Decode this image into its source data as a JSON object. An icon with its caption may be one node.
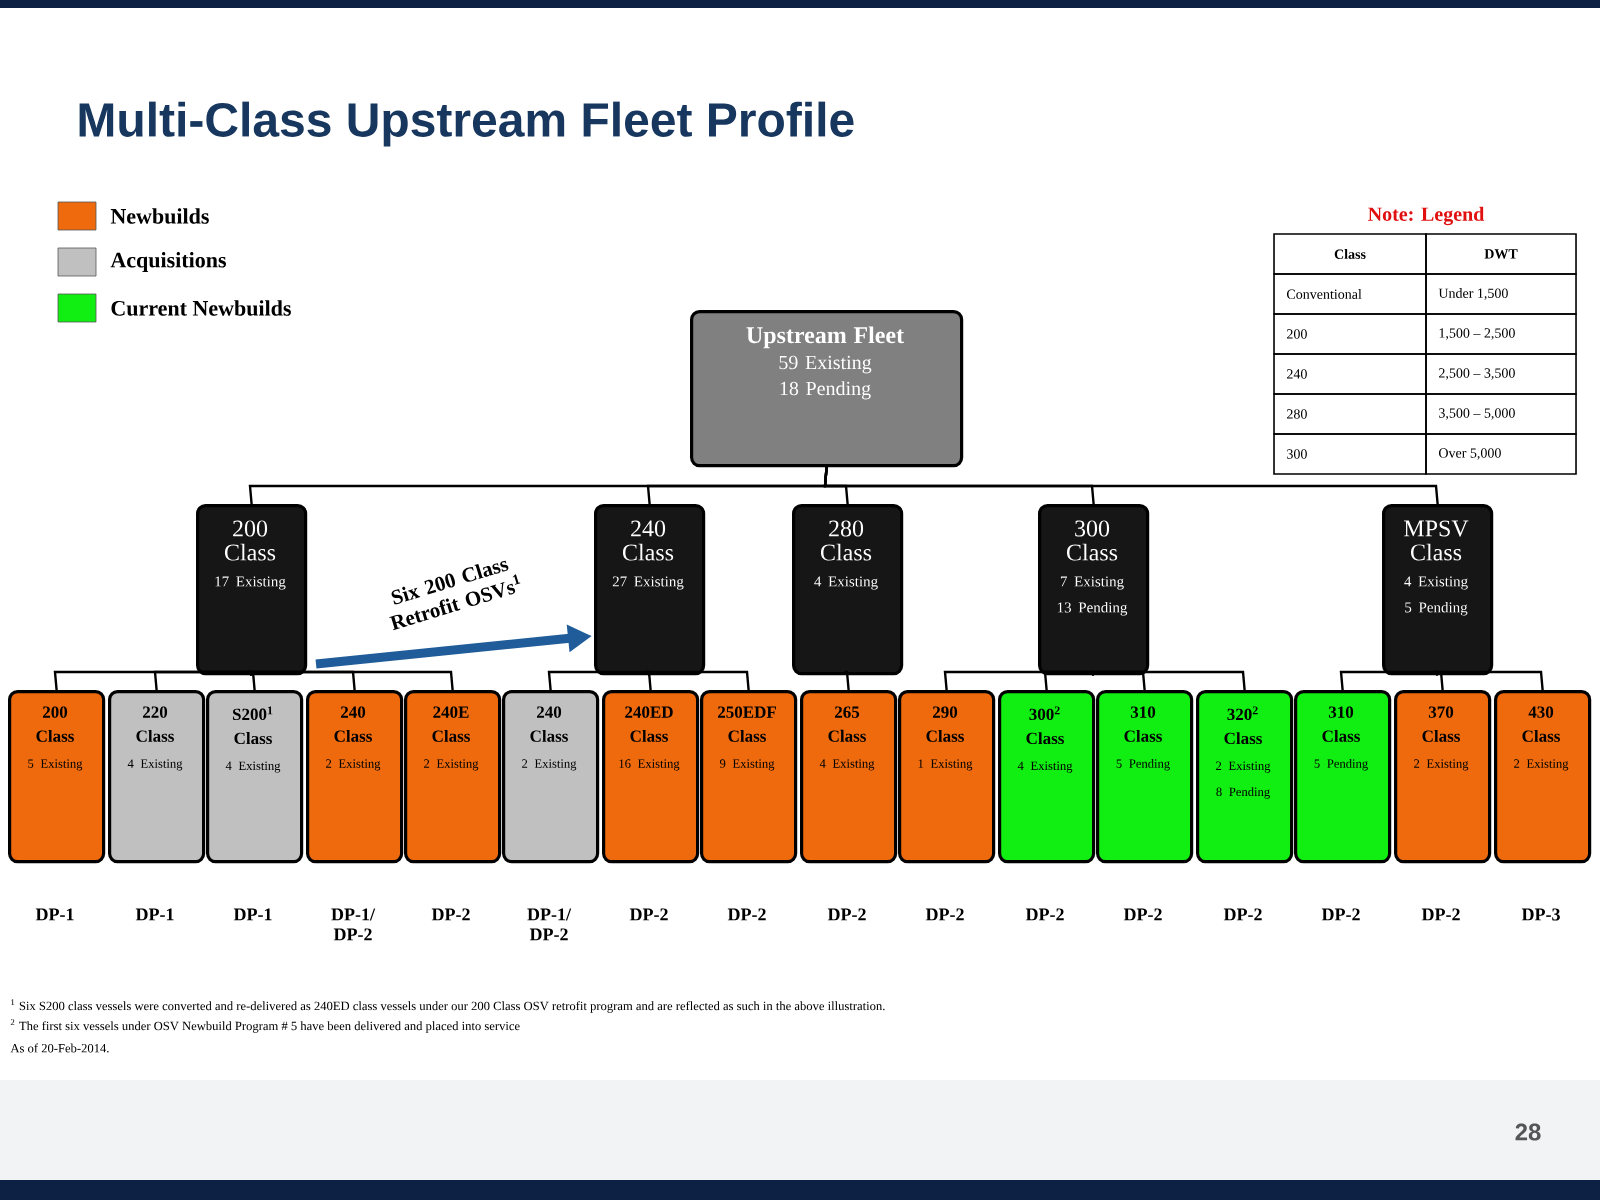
{
  "diagram": {
    "title": "Multi-Class Upstream Fleet Profile",
    "nodes": [
      {
        "text": [
          "Upstream Fleet",
          "59 Existing",
          "18 Pending"
        ]
      },
      {
        "text": [
          "200 Class",
          "17 Existing"
        ]
      },
      {
        "text": [
          "240 Class",
          "27 Existing"
        ]
      },
      {
        "text": [
          "280 Class",
          "4 Existing"
        ]
      },
      {
        "text": [
          "300 Class",
          "7 Existing",
          "13 Pending"
        ]
      },
      {
        "text": [
          "MPSV Class",
          "4 Existing",
          "5 Pending"
        ]
      },
      {
        "text": [
          "200 Class",
          "5 Existing"
        ],
        "beside": [
          "DP-1"
        ]
      },
      {
        "text": [
          "220 Class",
          "4 Existing"
        ],
        "beside": [
          "DP-1"
        ]
      },
      {
        "text": [
          "S200$^{1}$ Class",
          "4 Existing"
        ],
        "beside": [
          "DP-1"
        ]
      },
      {
        "text": [
          "240 Class",
          "2 Existing"
        ],
        "beside": [
          "DP-1/ DP-2"
        ]
      },
      {
        "text": [
          "240E Class",
          "2 Existing"
        ],
        "beside": [
          "DP-2"
        ]
      },
      {
        "text": [
          "240 Class",
          "2 Existing"
        ],
        "beside": [
          "DP-1/ DP-2"
        ]
      },
      {
        "text": [
          "240ED Class",
          "16 Existing"
        ],
        "beside": [
          "DP-2"
        ]
      },
      {
        "text": [
          "250EDF Class",
          "9 Existing"
        ],
        "beside": [
          "DP-2"
        ]
      },
      {
        "text": [
          "265 Class",
          "4 Existing"
        ],
        "beside": [
          "DP-2"
        ]
      },
      {
        "text": [
          "290 Class",
          "1 Existing"
        ],
        "beside": [
          "DP-2"
        ]
      },
      {
        "text": [
          "300$^{2}$ Class",
          "4 Existing"
        ],
        "beside": [
          "DP-2"
        ]
      },
      {
        "text": [
          "310 Class",
          "5 Pending"
        ],
        "beside": [
          "DP-2"
        ]
      },
      {
        "text": [
          "320$^{2}$ Class",
          "2 Existing",
          "8 Pending"
        ],
        "beside": [
          "DP-2"
        ]
      },
      {
        "text": [
          "310 Class",
          "5 Pending"
        ],
        "beside": [
          "DP-2"
        ]
      },
      {
        "text": [
          "370 Class",
          "2 Existing"
        ],
        "beside": [
          "DP-2"
        ]
      },
      {
        "text": [
          "430 Class",
          "2 Existing"
        ],
        "beside": [
          "DP-3"
        ]
      }
    ],
    "edges": [
      {
        "from": 0,
        "to": 1,
        "arrow": "none"
      },
      {
        "from": 0,
        "to": 2,
        "arrow": "none"
      },
      {
        "from": 0,
        "to": 3,
        "arrow": "none"
      },
      {
        "from": 0,
        "to": 4,
        "arrow": "none"
      },
      {
        "from": 0,
        "to": 5,
        "arrow": "none"
      },
      {
        "from": 1,
        "to": 6,
        "arrow": "none"
      },
      {
        "from": 1,
        "to": 7,
        "arrow": "none"
      },
      {
        "from": 1,
        "to": 8,
        "arrow": "none"
      },
      {
        "from": 1,
        "to": 9,
        "arrow": "none"
      },
      {
        "from": 1,
        "to": 10,
        "arrow": "none"
      },
      {
        "from": 2,
        "to": 11,
        "arrow": "none"
      },
      {
        "from": 2,
        "to": 12,
        "arrow": "none"
      },
      {
        "from": 2,
        "to": 13,
        "arrow": "none"
      },
      {
        "from": 3,
        "to": 14,
        "arrow": "none"
      },
      {
        "from": 4,
        "to": 15,
        "arrow": "none"
      },
      {
        "from": 4,
        "to": 16,
        "arrow": "none"
      },
      {
        "from": 4,
        "to": 17,
        "arrow": "none"
      },
      {
        "from": 4,
        "to": 18,
        "arrow": "none"
      },
      {
        "from": 5,
        "to": 19,
        "arrow": "none"
      },
      {
        "from": 5,
        "to": 20,
        "arrow": "none"
      },
      {
        "from": 5,
        "to": 21,
        "arrow": "none"
      },
      {
        "from": 1,
        "to": 2,
        "arrow": "to",
        "label": "Six 200 Class Retrofit OSVs$^{1}$",
        "style": "thick",
        "color": "#1f5c99"
      }
    ],
    "labels": [
      "Note: Legend",
      "Class",
      "DWT",
      "Conventional",
      "Under 1,500",
      "200",
      "1,500 – 2,500",
      "240",
      "2,500 – 3,500",
      "280",
      "3,500 – 5,000",
      "300",
      "Over 5,000",
      "$^{1}$ Six S200 class vessels were converted and re-delivered as 240ED class vessels under our 200 Class OSV retrofit program and are reflected as such in the above illustration.",
      "$^{2}$ The first six vessels under OSV Newbuild Program # 5 have been delivered and placed into service",
      "As of 20-Feb-2014.",
      "28"
    ],
    "legend": [
      {
        "text": "Newbuilds",
        "color": "#ee6a0c"
      },
      {
        "text": "Acquisitions",
        "color": "#c0c0c0"
      },
      {
        "text": "Current Newbuilds",
        "color": "#11ee11"
      }
    ]
  }
}
